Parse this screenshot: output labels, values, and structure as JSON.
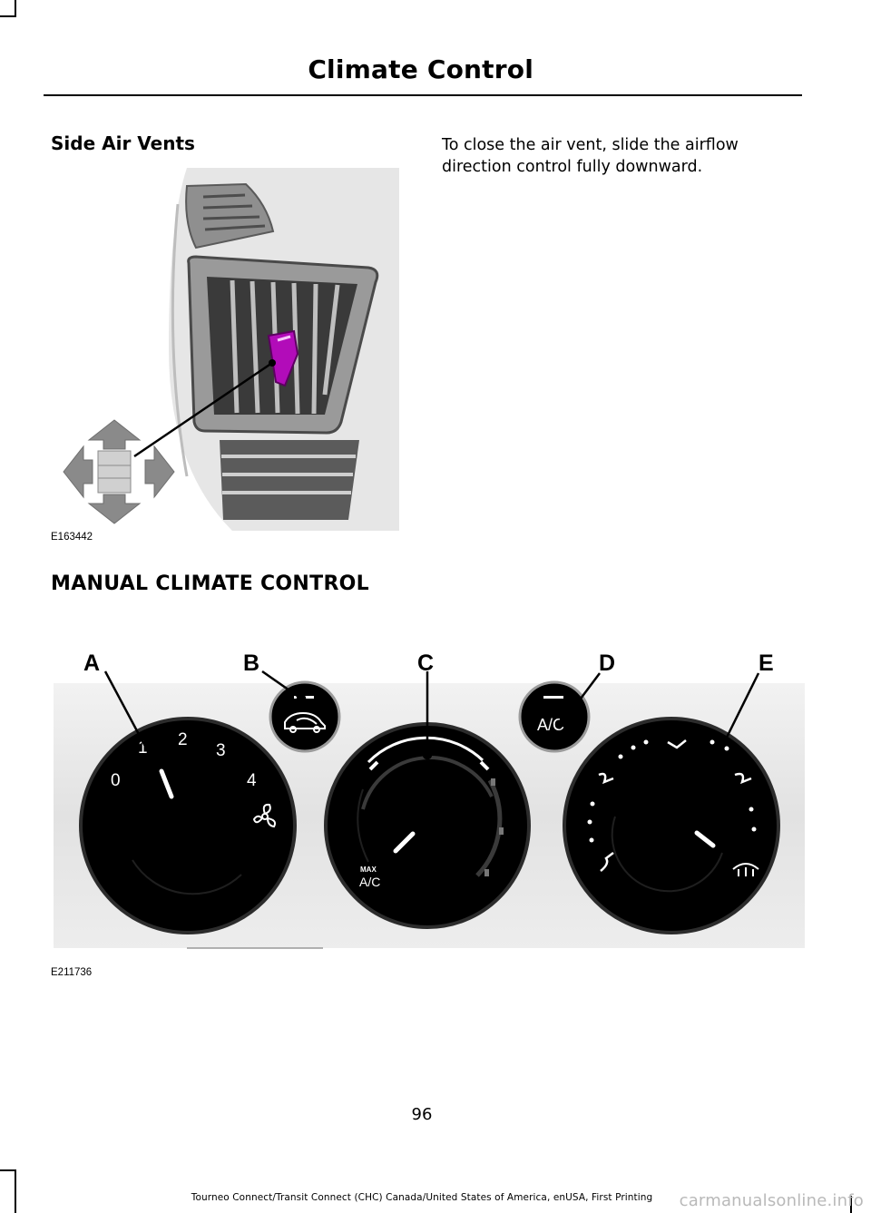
{
  "header": {
    "title": "Climate Control"
  },
  "side_vents": {
    "heading": "Side Air Vents",
    "body": "To close the air vent, slide the airflow direction control fully downward.",
    "figure_id": "E163442"
  },
  "manual_climate": {
    "heading": "MANUAL CLIMATE CONTROL",
    "figure_id": "E211736",
    "callouts": [
      "A",
      "B",
      "C",
      "D",
      "E"
    ],
    "fan_speeds": [
      "0",
      "1",
      "2",
      "3",
      "4"
    ],
    "ac_label": "A/C",
    "max_label": "MAX",
    "max_ac_label": "A/C"
  },
  "footer": {
    "page_number": "96",
    "text": "Tourneo Connect/Transit Connect (CHC) Canada/United States of America, enUSA, First Printing",
    "watermark": "carmanualsonline.info"
  },
  "colors": {
    "vent_control_highlight": "#b20cb9",
    "arrow_gray": "#8a8a8a"
  }
}
